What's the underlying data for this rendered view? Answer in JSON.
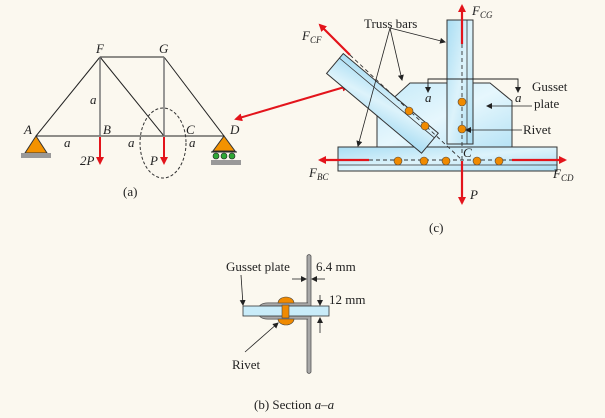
{
  "figure_a": {
    "caption": "(a)",
    "nodes": {
      "A": "A",
      "B": "B",
      "C": "C",
      "D": "D",
      "F": "F",
      "G": "G"
    },
    "dims": {
      "ab": "a",
      "bc": "a",
      "cd": "a",
      "fb": "a"
    },
    "loads": {
      "b": "2P",
      "c": "P"
    }
  },
  "figure_b": {
    "caption_prefix": "(b) Section ",
    "caption_section": "a–a",
    "gusset_label": "Gusset plate",
    "rivet_label": "Rivet",
    "thickness_label": "6.4 mm",
    "bar_label": "12 mm"
  },
  "figure_c": {
    "caption": "(c)",
    "truss_bars_label": "Truss bars",
    "gusset_label_1": "Gusset",
    "gusset_label_2": "plate",
    "rivet_label": "Rivet",
    "section_mark": "a",
    "joint_label": "C",
    "forces": {
      "cf": "F",
      "cf_sub": "CF",
      "cg": "F",
      "cg_sub": "CG",
      "bc": "F",
      "bc_sub": "BC",
      "cd": "F",
      "cd_sub": "CD",
      "p": "P"
    }
  },
  "colors": {
    "force": "#E3141B",
    "bar": "#BDE6F7",
    "rivet": "#F08A00",
    "support": "#F39200",
    "roller": "#2FA836"
  }
}
